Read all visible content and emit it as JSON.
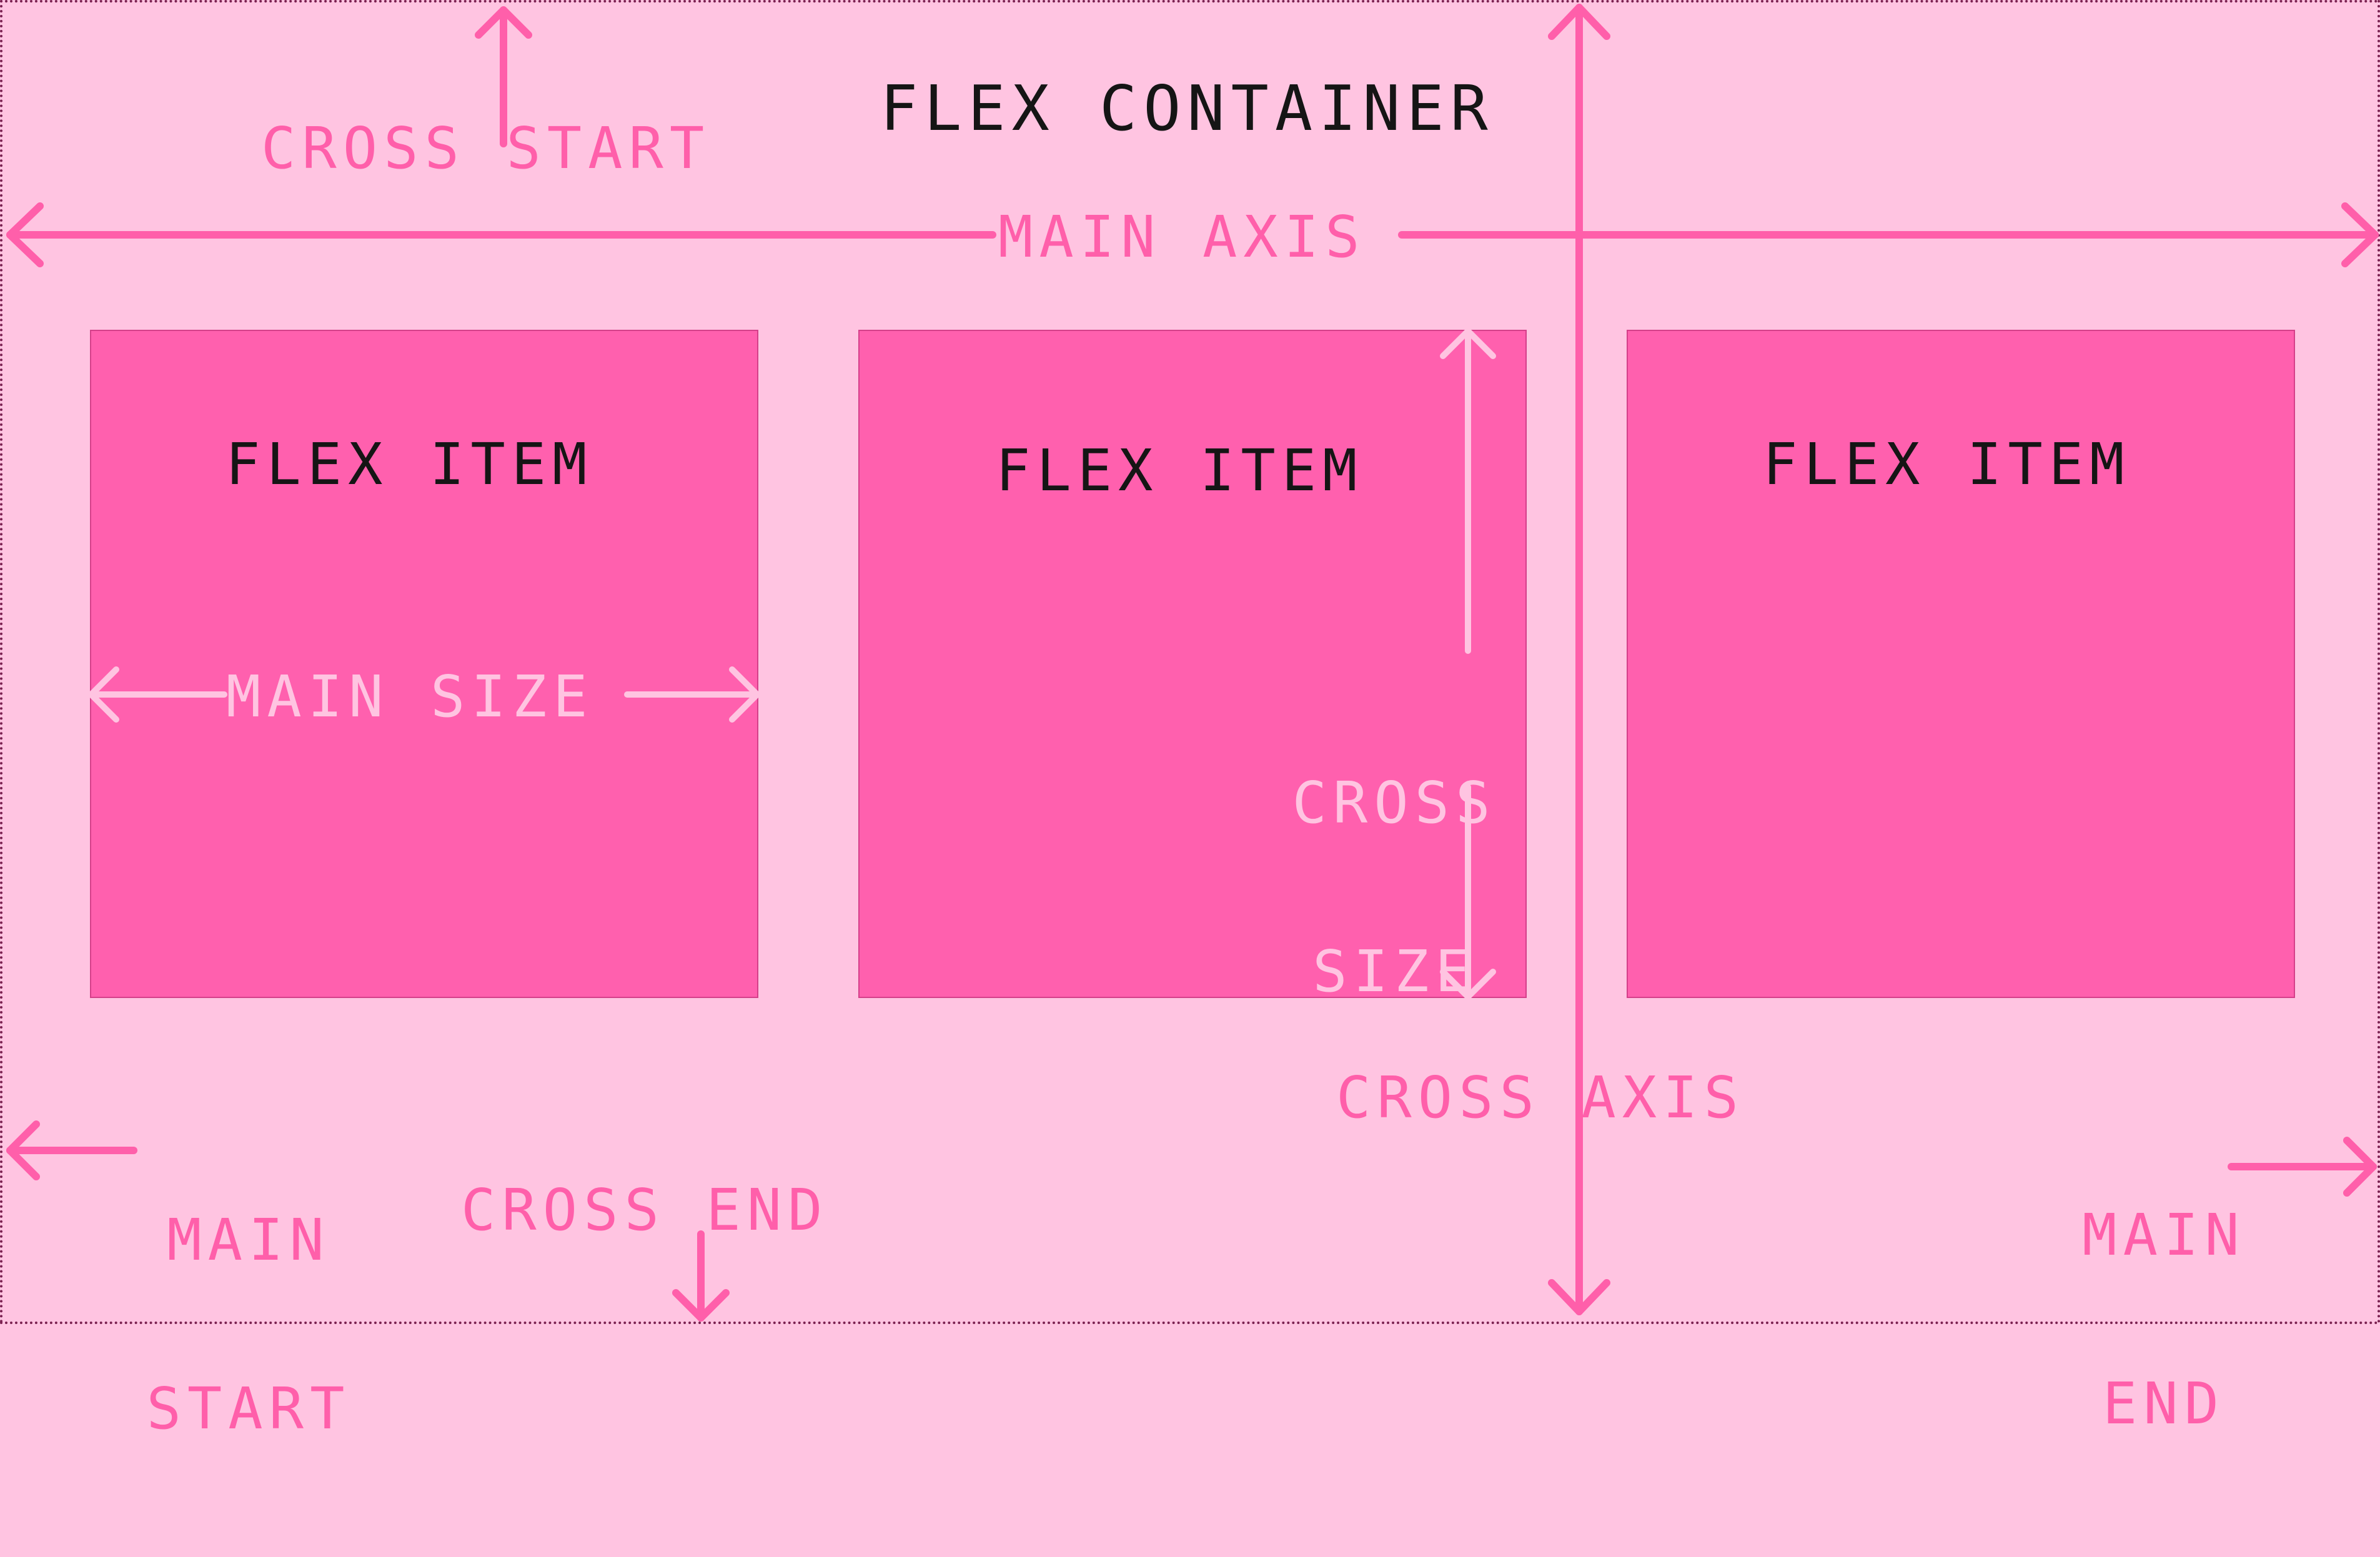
{
  "container": {
    "title": "FLEX CONTAINER"
  },
  "items": [
    {
      "label": "FLEX ITEM"
    },
    {
      "label": "FLEX ITEM"
    },
    {
      "label": "FLEX ITEM"
    }
  ],
  "annotations": {
    "cross_start": "CROSS START",
    "cross_end": "CROSS END",
    "main_axis": "MAIN AXIS",
    "cross_axis": "CROSS AXIS",
    "main_size": "MAIN SIZE",
    "cross_size_line1": "CROSS",
    "cross_size_line2": "SIZE",
    "main_start_line1": "MAIN",
    "main_start_line2": "START",
    "main_end_line1": "MAIN",
    "main_end_line2": "END"
  },
  "colors": {
    "background": "#ffc4e1",
    "item_fill": "#ff60ae",
    "axis_pink": "#ff5faa",
    "size_light": "#ffc4e1",
    "title_text": "#151515"
  }
}
